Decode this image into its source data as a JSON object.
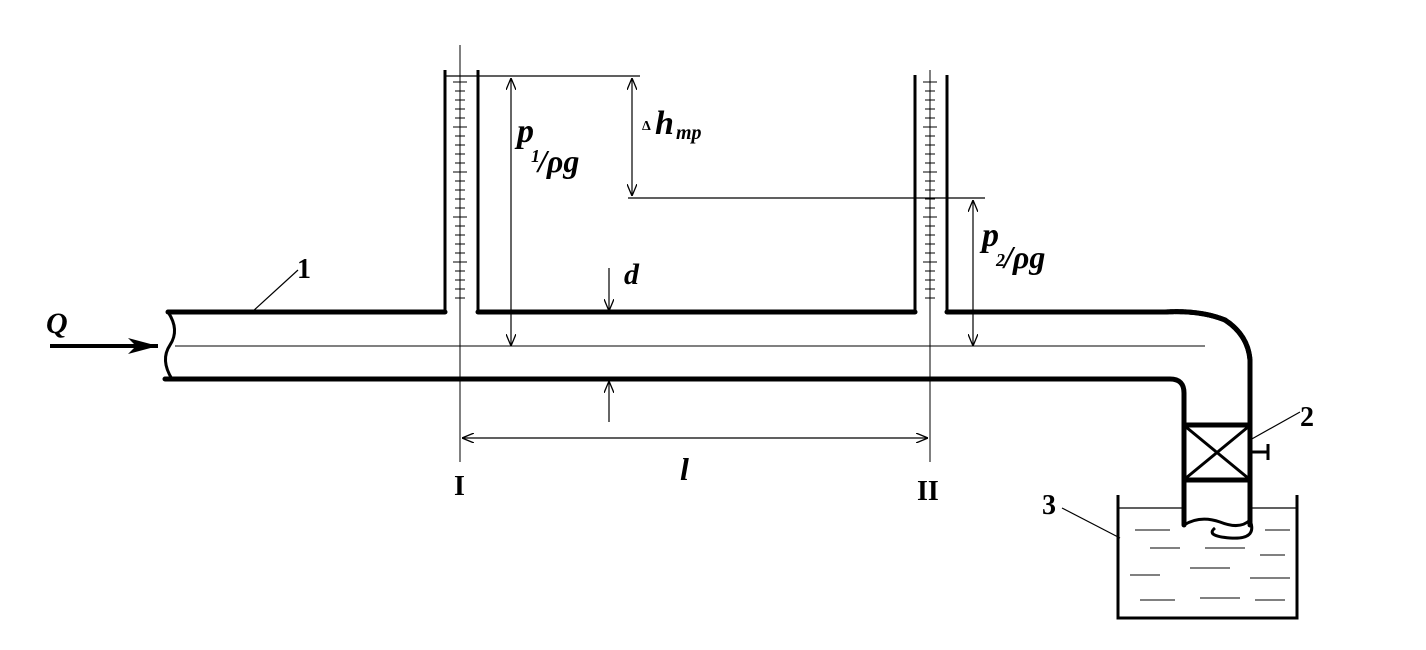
{
  "labels": {
    "flow": "Q",
    "pipe_marker": "1",
    "valve_marker": "2",
    "tank_marker": "3",
    "section_1": "I",
    "section_2": "II",
    "length": "l",
    "diameter": "d",
    "head_loss_symbol": "h",
    "head_loss_subscript": "тр",
    "head_loss_delta": "Δ",
    "p1_p": "p",
    "p1_sub": "1",
    "p1_rest": "/ρg",
    "p2_p": "p",
    "p2_sub": "2",
    "p2_rest": "/ρg"
  }
}
